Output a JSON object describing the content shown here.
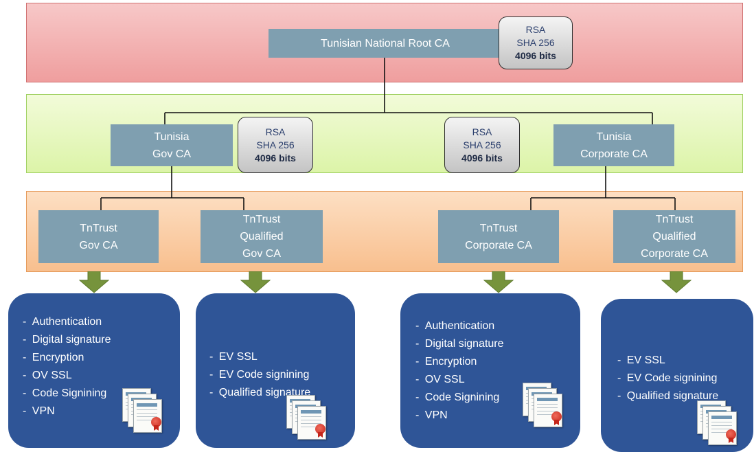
{
  "root": {
    "label_lines": [
      "Tunisian National Root CA"
    ],
    "algo": {
      "alg": "RSA",
      "hash": "SHA 256",
      "bits": "4096 bits"
    }
  },
  "policy": {
    "gov": {
      "label_lines": [
        "Tunisia",
        "Gov CA"
      ],
      "algo": {
        "alg": "RSA",
        "hash": "SHA 256",
        "bits": "4096 bits"
      }
    },
    "corporate": {
      "label_lines": [
        "Tunisia",
        "Corporate CA"
      ],
      "algo": {
        "alg": "RSA",
        "hash": "SHA 256",
        "bits": "4096 bits"
      }
    }
  },
  "issuing": [
    {
      "label_lines": [
        "TnTrust",
        "Gov CA"
      ]
    },
    {
      "label_lines": [
        "TnTrust",
        "Qualified",
        "Gov CA"
      ]
    },
    {
      "label_lines": [
        "TnTrust",
        "Corporate CA"
      ]
    },
    {
      "label_lines": [
        "TnTrust",
        "Qualified",
        "Corporate CA"
      ]
    }
  ],
  "usages": [
    {
      "items": [
        "Authentication",
        "Digital signature",
        "Encryption",
        "OV SSL",
        "Code Signining",
        "VPN"
      ],
      "dash": "- "
    },
    {
      "items": [
        "EV SSL",
        "EV Code signining",
        "Qualified  signature"
      ],
      "dash": "- "
    },
    {
      "items": [
        "Authentication",
        "Digital signature",
        "Encryption",
        "OV SSL",
        "Code Signining",
        "VPN"
      ],
      "dash": "- "
    },
    {
      "items": [
        "EV SSL",
        "EV Code signining",
        "Qualified signature"
      ],
      "dash": "- "
    }
  ],
  "colors": {
    "ca_box": "#7f9fb0",
    "usage_box": "#2f5597",
    "arrow": "#76933c",
    "root_band": "#ef9e9e",
    "policy_band": "#dcf4a8",
    "issuing_band": "#f8bf8e"
  }
}
